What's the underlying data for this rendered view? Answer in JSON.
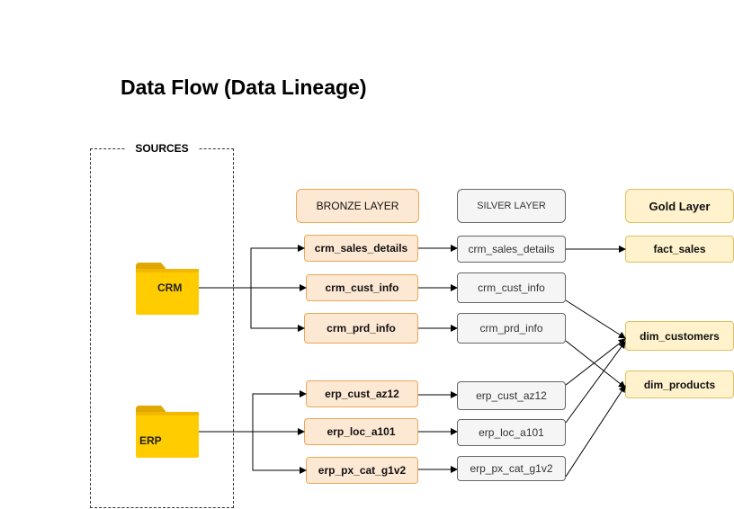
{
  "title": "Data Flow (Data Lineage)",
  "sources": {
    "label": "SOURCES",
    "systems": [
      {
        "name": "CRM",
        "icon": "folder-icon"
      },
      {
        "name": "ERP",
        "icon": "folder-icon"
      }
    ]
  },
  "layers": {
    "bronze": {
      "label": "BRONZE LAYER",
      "color": "#fde8d3",
      "border": "#e8a85a"
    },
    "silver": {
      "label": "SILVER LAYER",
      "color": "#f5f5f5",
      "border": "#666666"
    },
    "gold": {
      "label": "Gold Layer",
      "color": "#fff2cc",
      "border": "#e0c060"
    }
  },
  "bronze_tables": [
    "crm_sales_details",
    "crm_cust_info",
    "crm_prd_info",
    "erp_cust_az12",
    "erp_loc_a101",
    "erp_px_cat_g1v2"
  ],
  "silver_tables": [
    "crm_sales_details",
    "crm_cust_info",
    "crm_prd_info",
    "erp_cust_az12",
    "erp_loc_a101",
    "erp_px_cat_g1v2"
  ],
  "gold_tables": [
    "fact_sales",
    "dim_customers",
    "dim_products"
  ],
  "edges": [
    {
      "from": "CRM",
      "to": "bronze.crm_sales_details"
    },
    {
      "from": "CRM",
      "to": "bronze.crm_cust_info"
    },
    {
      "from": "CRM",
      "to": "bronze.crm_prd_info"
    },
    {
      "from": "ERP",
      "to": "bronze.erp_cust_az12"
    },
    {
      "from": "ERP",
      "to": "bronze.erp_loc_a101"
    },
    {
      "from": "ERP",
      "to": "bronze.erp_px_cat_g1v2"
    },
    {
      "from": "bronze.crm_sales_details",
      "to": "silver.crm_sales_details"
    },
    {
      "from": "bronze.crm_cust_info",
      "to": "silver.crm_cust_info"
    },
    {
      "from": "bronze.crm_prd_info",
      "to": "silver.crm_prd_info"
    },
    {
      "from": "bronze.erp_cust_az12",
      "to": "silver.erp_cust_az12"
    },
    {
      "from": "bronze.erp_loc_a101",
      "to": "silver.erp_loc_a101"
    },
    {
      "from": "bronze.erp_px_cat_g1v2",
      "to": "silver.erp_px_cat_g1v2"
    },
    {
      "from": "silver.crm_sales_details",
      "to": "gold.fact_sales"
    },
    {
      "from": "silver.crm_cust_info",
      "to": "gold.dim_customers"
    },
    {
      "from": "silver.crm_prd_info",
      "to": "gold.dim_products"
    },
    {
      "from": "silver.erp_cust_az12",
      "to": "gold.dim_customers"
    },
    {
      "from": "silver.erp_loc_a101",
      "to": "gold.dim_customers"
    },
    {
      "from": "silver.erp_px_cat_g1v2",
      "to": "gold.dim_products"
    }
  ]
}
